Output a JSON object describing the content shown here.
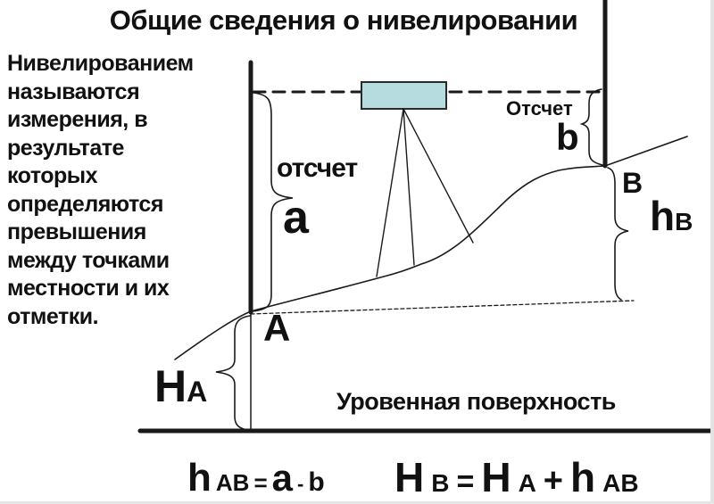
{
  "title": "Общие сведения о нивелировании",
  "intro_text": "Нивелированием\nназываются\nизмерения, в\nрезультате\nкоторых\nопределяются\nпревышения\nмежду точками\nместности и их\nотметки.",
  "diagram": {
    "reading_left_label": "отсчет",
    "reading_left_value": "a",
    "reading_right_label": "Отсчет",
    "reading_right_value": "b",
    "point_a": "A",
    "point_b": "B",
    "height_b": {
      "main": "h",
      "sub": "B"
    },
    "height_a": {
      "main": "H",
      "sub": "A"
    },
    "level_surface_label": "Уровенная поверхность",
    "instrument_fill": "#b7dce0",
    "line_color": "#1a1a1a"
  },
  "formulas": {
    "elevation": {
      "h": "h",
      "hsub": "AB",
      "eq": "=",
      "a": "a",
      "minus": "-",
      "b": "b"
    },
    "height": {
      "H1": "H",
      "H1sub": "B",
      "eq": "=",
      "H2": "H",
      "H2sub": "A",
      "plus": "+",
      "h": "h",
      "hsub": "AB"
    }
  }
}
